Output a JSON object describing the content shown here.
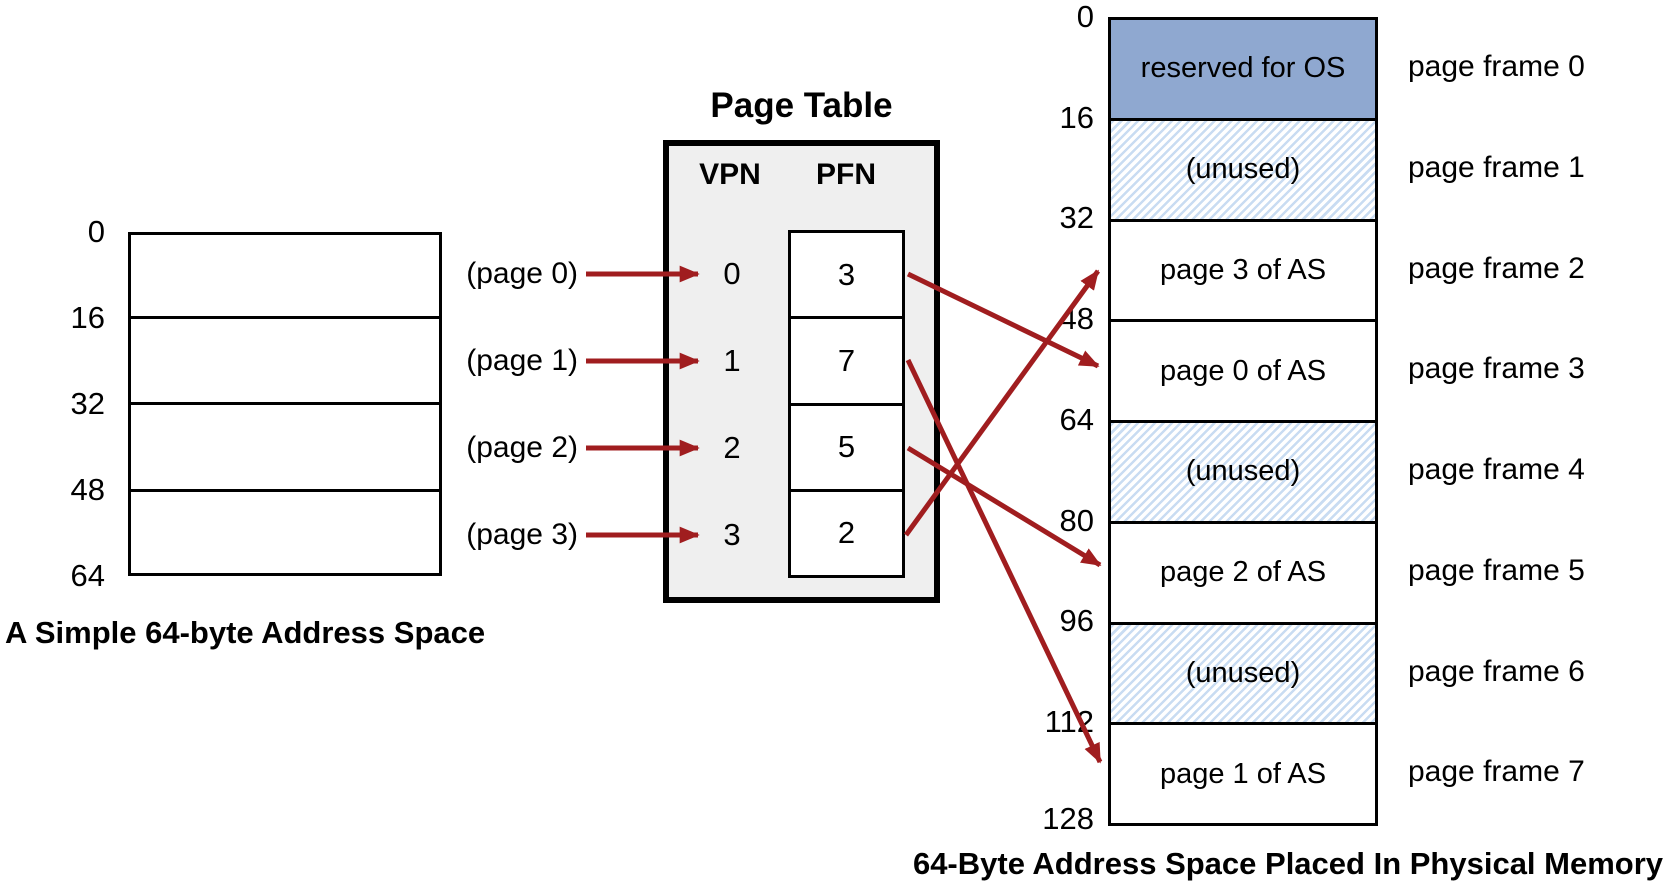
{
  "address_space": {
    "caption": "A Simple 64-byte Address Space",
    "labels": [
      "0",
      "16",
      "32",
      "48",
      "64"
    ]
  },
  "page_table": {
    "title": "Page Table",
    "columns": {
      "vpn": "VPN",
      "pfn": "PFN"
    },
    "rows": [
      {
        "page_label": "(page 0)",
        "vpn": "0",
        "pfn": "3"
      },
      {
        "page_label": "(page 1)",
        "vpn": "1",
        "pfn": "7"
      },
      {
        "page_label": "(page 2)",
        "vpn": "2",
        "pfn": "5"
      },
      {
        "page_label": "(page 3)",
        "vpn": "3",
        "pfn": "2"
      }
    ]
  },
  "physical_memory": {
    "caption": "64-Byte Address Space Placed In Physical Memory",
    "address_labels": [
      "0",
      "16",
      "32",
      "48",
      "64",
      "80",
      "96",
      "112",
      "128"
    ],
    "frames": [
      {
        "content": "reserved for OS",
        "label": "page frame 0",
        "kind": "os"
      },
      {
        "content": "(unused)",
        "label": "page frame 1",
        "kind": "unused"
      },
      {
        "content": "page 3 of AS",
        "label": "page frame 2",
        "kind": "page"
      },
      {
        "content": "page 0 of AS",
        "label": "page frame 3",
        "kind": "page"
      },
      {
        "content": "(unused)",
        "label": "page frame 4",
        "kind": "unused"
      },
      {
        "content": "page 2 of AS",
        "label": "page frame 5",
        "kind": "page"
      },
      {
        "content": "(unused)",
        "label": "page frame 6",
        "kind": "unused"
      },
      {
        "content": "page 1 of AS",
        "label": "page frame 7",
        "kind": "page"
      }
    ]
  },
  "mappings": [
    {
      "vpn": 0,
      "pfn": 3
    },
    {
      "vpn": 1,
      "pfn": 7
    },
    {
      "vpn": 2,
      "pfn": 5
    },
    {
      "vpn": 3,
      "pfn": 2
    }
  ],
  "colors": {
    "arrow": "#A01D1F",
    "os_fill": "#8FA8D0",
    "hatch": "#C9DCF2",
    "table_fill": "#EFEFEF"
  }
}
